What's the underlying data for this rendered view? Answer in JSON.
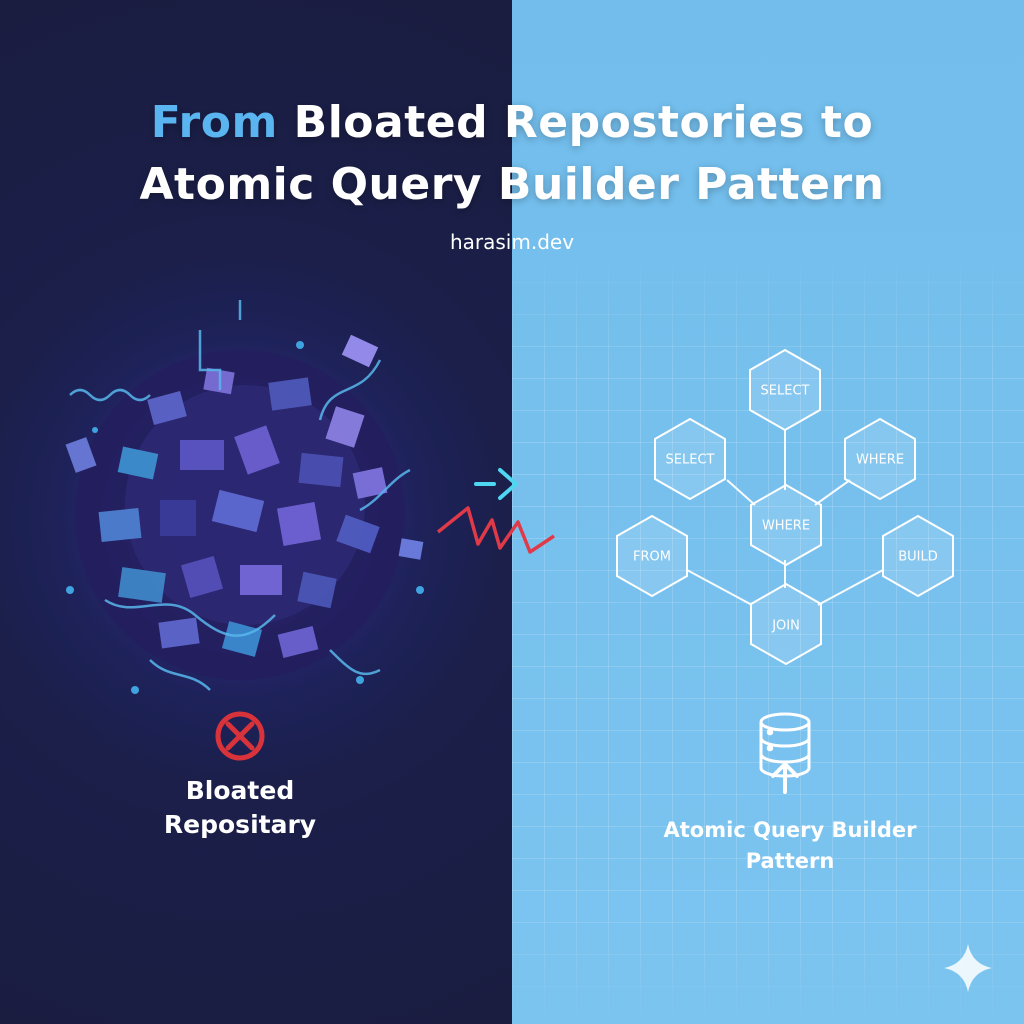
{
  "header": {
    "title_accent": "From",
    "title_line1_rest": "Bloated Repostories to",
    "title_line2": "Atomic Query Builder Pattern",
    "subtitle": "harasim.dev"
  },
  "left": {
    "label_line1": "Bloated",
    "label_line2": "Repositary",
    "status_icon": "x-circle-icon",
    "status_color": "#d8333a"
  },
  "right": {
    "label_line1": "Atomic Query Builder",
    "label_line2": "Pattern",
    "icon": "database-upload-icon",
    "nodes": {
      "select_top": "SELECT",
      "select_left": "SELECT",
      "where_right": "WHERE",
      "where_center": "WHERE",
      "from": "FROM",
      "build": "BUILD",
      "join": "JOIN"
    }
  },
  "colors": {
    "left_bg": "#1a1d3f",
    "right_bg": "#72bdec",
    "accent": "#5ab4ef",
    "arrow": "#4fd6f0",
    "zigzag": "#e03a48"
  }
}
